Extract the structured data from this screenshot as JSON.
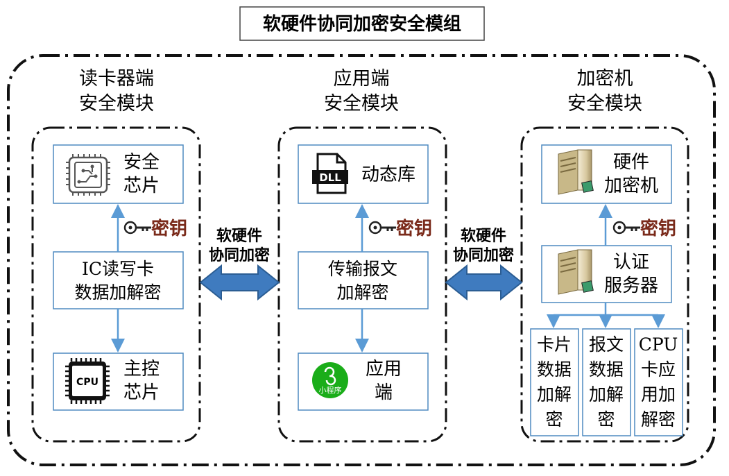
{
  "title": "软硬件协同加密安全模组",
  "colors": {
    "box_border": "#4f8ac0",
    "arrow": "#5b9bd5",
    "big_arrow_fill": "#3f7bbf",
    "big_arrow_stroke": "#2b5d93",
    "key_color": "#7a2a1a",
    "wechat_green": "#1aad19"
  },
  "groups": {
    "reader": {
      "title_line1": "读卡器端",
      "title_line2": "安全模块"
    },
    "app": {
      "title_line1": "应用端",
      "title_line2": "安全模块"
    },
    "hsm": {
      "title_line1": "加密机",
      "title_line2": "安全模块"
    }
  },
  "reader_boxes": {
    "chip": {
      "line1": "安全",
      "line2": "芯片",
      "icon": "security-chip-icon"
    },
    "ic": {
      "line1": "IC读写卡",
      "line2": "数据加解密"
    },
    "main_chip": {
      "line1": "主控",
      "line2": "芯片",
      "icon": "cpu-icon",
      "icon_text": "CPU"
    }
  },
  "app_boxes": {
    "dll": {
      "label": "动态库",
      "icon": "dll-file-icon",
      "icon_text": "DLL"
    },
    "transfer": {
      "line1": "传输报文",
      "line2": "加解密"
    },
    "app": {
      "line1": "应用",
      "line2": "端",
      "icon": "mini-program-icon",
      "icon_text": "小程序"
    }
  },
  "hsm_boxes": {
    "hardware": {
      "line1": "硬件",
      "line2": "加密机",
      "icon": "server-icon"
    },
    "auth": {
      "line1": "认证",
      "line2": "服务器",
      "icon": "server-icon"
    },
    "sub": [
      {
        "lines": [
          "卡片",
          "数据",
          "加解",
          "密"
        ]
      },
      {
        "lines": [
          "报文",
          "数据",
          "加解",
          "密"
        ]
      },
      {
        "lines": [
          "CPU",
          "卡应",
          "用加",
          "解密"
        ]
      }
    ]
  },
  "key_label": "密钥",
  "links": {
    "left": {
      "line1": "软硬件",
      "line2": "协同加密"
    },
    "right": {
      "line1": "软硬件",
      "line2": "协同加密"
    }
  }
}
